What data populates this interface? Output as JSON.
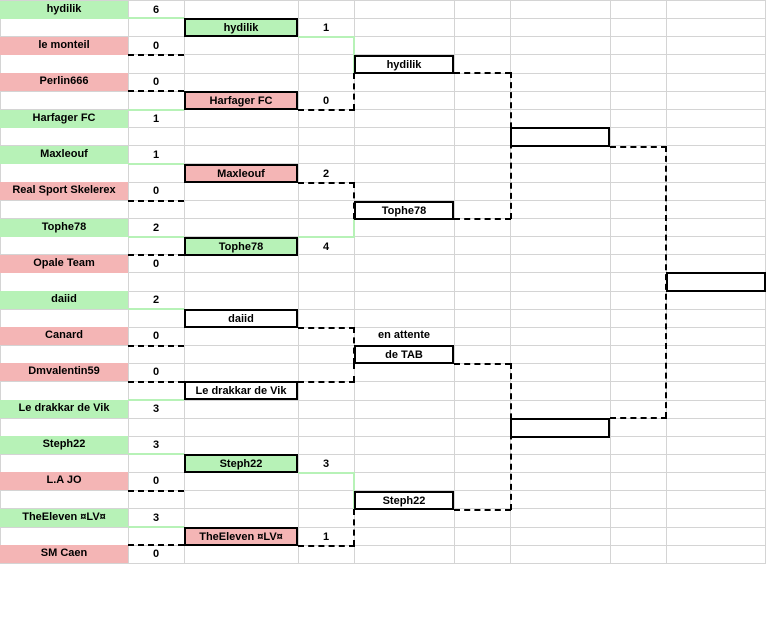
{
  "round1": [
    {
      "team": "hydilik",
      "score": "6"
    },
    {
      "team": "le monteil",
      "score": "0"
    },
    {
      "team": "Perlin666",
      "score": "0"
    },
    {
      "team": "Harfager FC",
      "score": "1"
    },
    {
      "team": "Maxleouf",
      "score": "1"
    },
    {
      "team": "Real Sport Skelerex",
      "score": "0"
    },
    {
      "team": "Tophe78",
      "score": "2"
    },
    {
      "team": "Opale Team",
      "score": "0"
    },
    {
      "team": "daiid",
      "score": "2"
    },
    {
      "team": "Canard",
      "score": "0"
    },
    {
      "team": "Dmvalentin59",
      "score": "0"
    },
    {
      "team": "Le drakkar de Vik",
      "score": "3"
    },
    {
      "team": "Steph22",
      "score": "3"
    },
    {
      "team": "L.A JO",
      "score": "0"
    },
    {
      "team": "TheEleven ¤LV¤",
      "score": "3"
    },
    {
      "team": "SM Caen",
      "score": "0"
    }
  ],
  "round2": [
    {
      "team": "hydilik",
      "score": "1"
    },
    {
      "team": "Harfager FC",
      "score": "0"
    },
    {
      "team": "Maxleouf",
      "score": "2"
    },
    {
      "team": "Tophe78",
      "score": "4"
    },
    {
      "team": "daiid",
      "score": ""
    },
    {
      "team": "Le drakkar de Vik",
      "score": ""
    },
    {
      "team": "Steph22",
      "score": "3"
    },
    {
      "team": "TheEleven ¤LV¤",
      "score": "1"
    }
  ],
  "round3": [
    {
      "team": "hydilik"
    },
    {
      "team": "Tophe78"
    },
    {
      "team": "de TAB"
    },
    {
      "team": "Steph22"
    }
  ],
  "round3_note": "en attente",
  "semifinals": [
    {
      "team": ""
    },
    {
      "team": ""
    }
  ],
  "final": {
    "team": ""
  },
  "colors": {
    "winner": "#b7f2b7",
    "loser": "#f4b5b5",
    "grid": "#d4d4d4"
  }
}
